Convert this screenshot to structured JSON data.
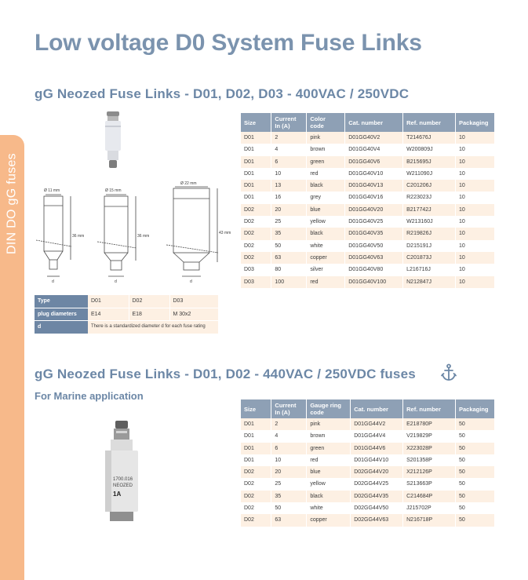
{
  "side_tab": {
    "label": "DIN DO gG fuses"
  },
  "page_title": "Low voltage D0 System Fuse Links",
  "section1": {
    "title": "gG Neozed Fuse Links - D01, D02, D03 - 400VAC / 250VDC",
    "headers": [
      "Size",
      "Current\nIn (A)",
      "Color\ncode",
      "Cat. number",
      "Ref. number",
      "Packaging"
    ],
    "rows": [
      [
        "D01",
        "2",
        "pink",
        "D01GG40V2",
        "T214676J",
        "10"
      ],
      [
        "D01",
        "4",
        "brown",
        "D01GG40V4",
        "W200809J",
        "10"
      ],
      [
        "D01",
        "6",
        "green",
        "D01GG40V6",
        "B215695J",
        "10"
      ],
      [
        "D01",
        "10",
        "red",
        "D01GG40V10",
        "W211090J",
        "10"
      ],
      [
        "D01",
        "13",
        "black",
        "D01GG40V13",
        "C201206J",
        "10"
      ],
      [
        "D01",
        "16",
        "grey",
        "D01GG40V16",
        "R223023J",
        "10"
      ],
      [
        "D02",
        "20",
        "blue",
        "D01GG40V20",
        "B217742J",
        "10"
      ],
      [
        "D02",
        "25",
        "yellow",
        "D01GG40V25",
        "W213160J",
        "10"
      ],
      [
        "D02",
        "35",
        "black",
        "D01GG40V35",
        "R219826J",
        "10"
      ],
      [
        "D02",
        "50",
        "white",
        "D01GG40V50",
        "D215191J",
        "10"
      ],
      [
        "D02",
        "63",
        "copper",
        "D01GG40V63",
        "C201873J",
        "10"
      ],
      [
        "D03",
        "80",
        "silver",
        "D01GG40V80",
        "L216716J",
        "10"
      ],
      [
        "D03",
        "100",
        "red",
        "D01GG40V100",
        "N212847J",
        "10"
      ]
    ],
    "drawing": {
      "d1_diameter": "Ø 11 mm",
      "d2_diameter": "Ø 15 mm",
      "d3_diameter": "Ø 22 mm",
      "height_36a": "36 mm",
      "height_36b": "36 mm",
      "height_43": "43 mm",
      "d_label": "d"
    },
    "type_table": {
      "type_label": "Type",
      "types": [
        "D01",
        "D02",
        "D03"
      ],
      "plug_label": "plug diameters",
      "plugs": [
        "E14",
        "E18",
        "M 30x2"
      ],
      "d_label": "d",
      "d_note": "There is a standardized diameter d for each fuse rating"
    }
  },
  "section2": {
    "title": "gG Neozed Fuse Links - D01, D02 - 440VAC / 250VDC fuses",
    "subtitle": "For Marine application",
    "anchor_icon": "anchor-icon",
    "headers": [
      "Size",
      "Current\nIn (A)",
      "Gauge ring\ncode",
      "Cat. number",
      "Ref. number",
      "Packaging"
    ],
    "rows": [
      [
        "D01",
        "2",
        "pink",
        "D01GG44V2",
        "E218780P",
        "50"
      ],
      [
        "D01",
        "4",
        "brown",
        "D01GG44V4",
        "V219829P",
        "50"
      ],
      [
        "D01",
        "6",
        "green",
        "D01GG44V6",
        "X223028P",
        "50"
      ],
      [
        "D01",
        "10",
        "red",
        "D01GG44V10",
        "S201358P",
        "50"
      ],
      [
        "D02",
        "20",
        "blue",
        "D02GG44V20",
        "X212126P",
        "50"
      ],
      [
        "D02",
        "25",
        "yellow",
        "D02GG44V25",
        "S213663P",
        "50"
      ],
      [
        "D02",
        "35",
        "black",
        "D02GG44V35",
        "C214684P",
        "50"
      ],
      [
        "D02",
        "50",
        "white",
        "D02GG44V50",
        "J215702P",
        "50"
      ],
      [
        "D02",
        "63",
        "copper",
        "D02GG44V63",
        "N216718P",
        "50"
      ]
    ],
    "photo_text": {
      "line1": "1700.016",
      "line2": "NEOZED",
      "line3": "1A"
    }
  },
  "colors": {
    "title": "#7b93ae",
    "header_bg": "#8ea0b5",
    "row_tint": "#fdf0e3",
    "tab": "#f7b98a"
  }
}
